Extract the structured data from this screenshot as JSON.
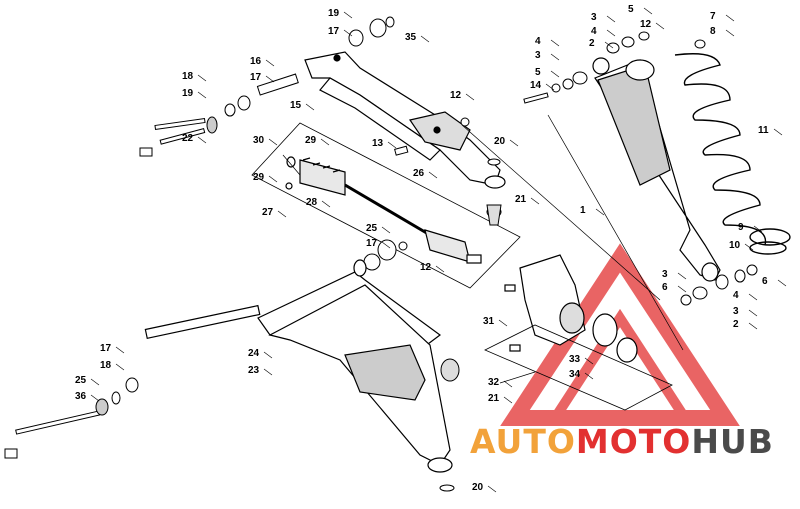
{
  "watermark": {
    "part1": "AUTO",
    "part2": "MOTO",
    "part3": "HUB",
    "colors": {
      "auto": "#f2a23a",
      "moto": "#e23030",
      "hub": "#4a4a4a",
      "triangle": "#e03a3a"
    }
  },
  "callouts": [
    {
      "id": "c19a",
      "text": "19"
    },
    {
      "id": "c17a",
      "text": "17"
    },
    {
      "id": "c35",
      "text": "35"
    },
    {
      "id": "c16",
      "text": "16"
    },
    {
      "id": "c18a",
      "text": "18"
    },
    {
      "id": "c17b",
      "text": "17"
    },
    {
      "id": "c19b",
      "text": "19"
    },
    {
      "id": "c22",
      "text": "22"
    },
    {
      "id": "c15",
      "text": "15"
    },
    {
      "id": "c12a",
      "text": "12"
    },
    {
      "id": "c30",
      "text": "30"
    },
    {
      "id": "c29a",
      "text": "29"
    },
    {
      "id": "c29b",
      "text": "29"
    },
    {
      "id": "c13",
      "text": "13"
    },
    {
      "id": "c20a",
      "text": "20"
    },
    {
      "id": "c26",
      "text": "26"
    },
    {
      "id": "c27",
      "text": "27"
    },
    {
      "id": "c28",
      "text": "28"
    },
    {
      "id": "c21a",
      "text": "21"
    },
    {
      "id": "c25a",
      "text": "25"
    },
    {
      "id": "c17c",
      "text": "17"
    },
    {
      "id": "c12b",
      "text": "12"
    },
    {
      "id": "c3a",
      "text": "3"
    },
    {
      "id": "c5a",
      "text": "5"
    },
    {
      "id": "c4a",
      "text": "4"
    },
    {
      "id": "c12c",
      "text": "12"
    },
    {
      "id": "c4b",
      "text": "4"
    },
    {
      "id": "c2a",
      "text": "2"
    },
    {
      "id": "c3b",
      "text": "3"
    },
    {
      "id": "c5b",
      "text": "5"
    },
    {
      "id": "c14",
      "text": "14"
    },
    {
      "id": "c7",
      "text": "7"
    },
    {
      "id": "c8",
      "text": "8"
    },
    {
      "id": "c11",
      "text": "11"
    },
    {
      "id": "c1",
      "text": "1"
    },
    {
      "id": "c9",
      "text": "9"
    },
    {
      "id": "c10",
      "text": "10"
    },
    {
      "id": "c3c",
      "text": "3"
    },
    {
      "id": "c6a",
      "text": "6"
    },
    {
      "id": "c4c",
      "text": "4"
    },
    {
      "id": "c6b",
      "text": "6"
    },
    {
      "id": "c3d",
      "text": "3"
    },
    {
      "id": "c2b",
      "text": "2"
    },
    {
      "id": "c31",
      "text": "31"
    },
    {
      "id": "c33",
      "text": "33"
    },
    {
      "id": "c34",
      "text": "34"
    },
    {
      "id": "c32",
      "text": "32"
    },
    {
      "id": "c21b",
      "text": "21"
    },
    {
      "id": "c24",
      "text": "24"
    },
    {
      "id": "c23",
      "text": "23"
    },
    {
      "id": "c17d",
      "text": "17"
    },
    {
      "id": "c18b",
      "text": "18"
    },
    {
      "id": "c25b",
      "text": "25"
    },
    {
      "id": "c36",
      "text": "36"
    },
    {
      "id": "c20b",
      "text": "20"
    }
  ]
}
